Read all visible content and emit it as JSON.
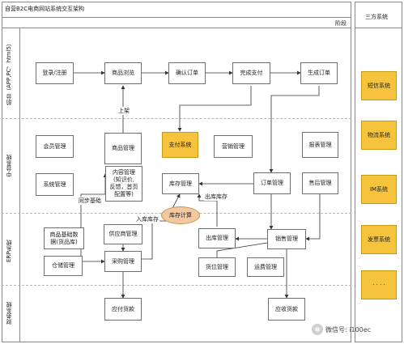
{
  "title": "自营B2C电商网站系统交互架构",
  "stage_label": "阶段",
  "lanes": {
    "front": "前台（APP,PC，html5）",
    "middle": "中台系统",
    "erp": "ERP系统",
    "finance": "财务系统"
  },
  "nodes": {
    "login": "登录/注册",
    "browse": "商品浏览",
    "confirm_order": "确认订单",
    "complete_pay": "完成支付",
    "generate_order": "生成订单",
    "member_mgmt": "会员管理",
    "product_mgmt": "商品管理",
    "pay_system": "支付系统",
    "marketing_mgmt": "营销管理",
    "report_mgmt": "报表管理",
    "system_mgmt": "系统管理",
    "content_mgmt": "内容管理\n(知识价,\n反馈，首页\n配置等)",
    "inventory_mgmt": "库存管理",
    "order_mgmt": "订单管理",
    "aftersale_mgmt": "售后管理",
    "product_base": "商品基础数\n据(货品库)",
    "supplier_mgmt": "供应商管理",
    "outbound_mgmt": "出库管理",
    "sales_mgmt": "销售管理",
    "warehouse_mgmt": "仓储管理",
    "purchase_mgmt": "采购管理",
    "location_mgmt": "货位管理",
    "shipping_mgmt": "运费管理",
    "accounts_payable": "应付货款",
    "accounts_receivable": "应收货款",
    "inventory_calc": "库存计算"
  },
  "edge_labels": {
    "listing": "上架",
    "sync_base": "同步基础",
    "outbound_stock": "出库库存",
    "inbound_stock": "入库库存"
  },
  "third_party": {
    "title": "三方系统",
    "items": [
      "短信系统",
      "物流系统",
      "IM系统",
      "发票系统",
      "· · · ·"
    ]
  },
  "watermark": "微信号: i100ec",
  "colors": {
    "highlight": "#f6c33c",
    "calc_circle": "#f1c9a0"
  }
}
